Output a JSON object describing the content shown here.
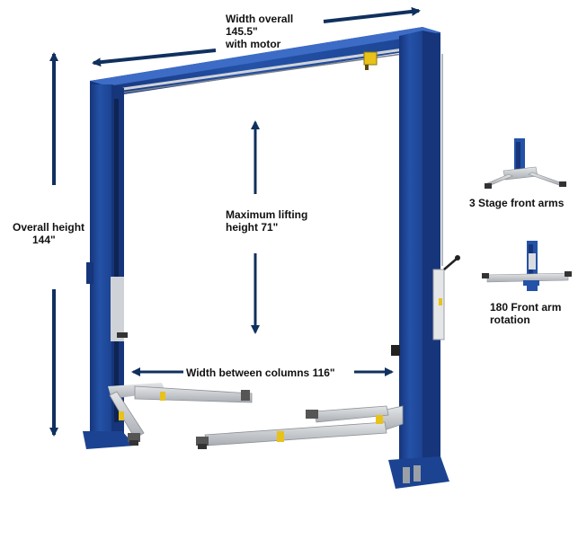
{
  "annotations": {
    "width_overall": {
      "line1": "Width overall",
      "line2": "145.5\"",
      "line3": "with motor"
    },
    "overall_height": {
      "line1": "Overall height",
      "line2": "144\""
    },
    "max_lifting": {
      "line1": "Maximum lifting",
      "line2": "height  71\""
    },
    "width_between": {
      "text": "Width between  columns  116\""
    }
  },
  "insets": {
    "front_arms": {
      "caption": "3 Stage front arms"
    },
    "arm_rotation": {
      "line1": "180 Front arm",
      "line2": "rotation"
    }
  },
  "colors": {
    "column_blue": "#2452a8",
    "column_dark": "#16357a",
    "arrow_navy": "#10305e",
    "arm_gray": "#c9ccd0",
    "warning_yellow": "#e8c21a"
  }
}
